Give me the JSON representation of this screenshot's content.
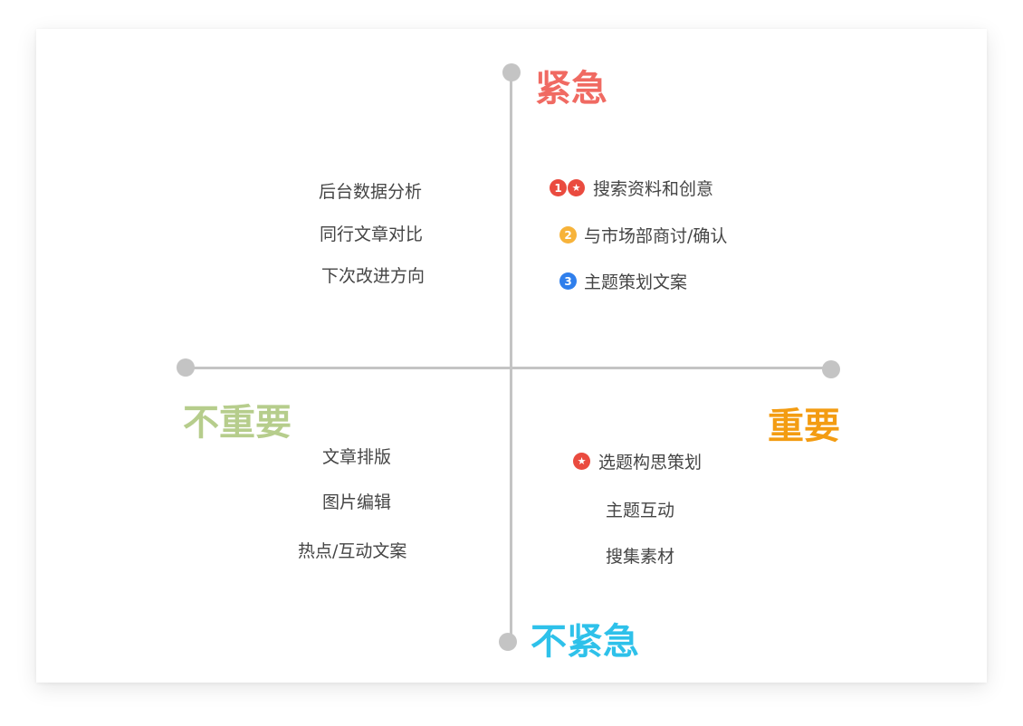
{
  "labels": {
    "urgent": "紧急",
    "not_urgent": "不紧急",
    "important": "重要",
    "not_important": "不重要"
  },
  "colors": {
    "urgent": "#f06a62",
    "not_urgent": "#2ec1ea",
    "important": "#f39c12",
    "not_important": "#b6cd8c",
    "axis": "#c4c4c4",
    "badge_red": "#ea4b3f",
    "badge_orange": "#f7b33a",
    "badge_blue": "#2f7fec"
  },
  "quadrants": {
    "urgent_not_important": [
      "后台数据分析",
      "同行文章对比",
      "下次改进方向"
    ],
    "urgent_important": [
      {
        "text": "搜索资料和创意",
        "badges": [
          "❶",
          "★"
        ]
      },
      {
        "text": "与市场部商讨/确认",
        "badges": [
          "❷"
        ]
      },
      {
        "text": "主题策划文案",
        "badges": [
          "❸"
        ]
      }
    ],
    "not_urgent_not_important": [
      "文章排版",
      "图片编辑",
      "热点/互动文案"
    ],
    "not_urgent_important": [
      {
        "text": "选题构思策划",
        "badges": [
          "★"
        ]
      },
      {
        "text": "主题互动",
        "badges": []
      },
      {
        "text": "搜集素材",
        "badges": []
      }
    ]
  },
  "badge_glyphs": {
    "one": "1",
    "two": "2",
    "three": "3",
    "star": "★"
  }
}
